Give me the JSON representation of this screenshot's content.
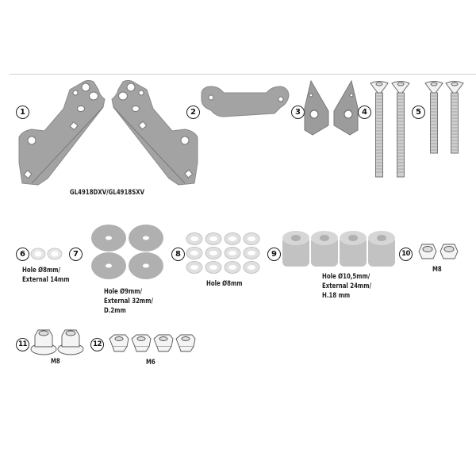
{
  "diagram": {
    "title": "Mounting kit parts",
    "colors": {
      "metal_plate": "#a3a3a3",
      "plate_edge": "#7f7f7f",
      "washer_light": "#e3e3e3",
      "washer_dark": "#b4b4b4",
      "spacer": "#c4c4c4",
      "outline": "#222222",
      "divider": "#cfcfcf"
    },
    "parts": [
      {
        "number": "1",
        "name": "Brackets (right/left)",
        "caption": "GL4918DXV/GL4918SXV",
        "quantity": 2
      },
      {
        "number": "2",
        "name": "Connecting plate",
        "caption": "",
        "quantity": 1
      },
      {
        "number": "3",
        "name": "Small plate",
        "caption": "",
        "quantity": 1
      },
      {
        "number": "4",
        "name": "Small plate",
        "caption": "",
        "quantity": 1
      },
      {
        "number": "5",
        "name": "Countersunk screws",
        "caption": "",
        "quantity": 4
      },
      {
        "number": "6",
        "name": "Washers",
        "caption_lines": [
          "Hole Ø8mm/",
          "External 14mm"
        ],
        "quantity": 2
      },
      {
        "number": "7",
        "name": "Large washers",
        "caption_lines": [
          "Hole Ø9mm/",
          "External 32mm/",
          "D.2mm"
        ],
        "quantity": 4
      },
      {
        "number": "8",
        "name": "Washers",
        "caption_lines": [
          "Hole Ø8mm"
        ],
        "quantity": 12
      },
      {
        "number": "9",
        "name": "Spacers",
        "caption_lines": [
          "Hole Ø10,5mm/",
          "External 24mm/",
          "H.18 mm"
        ],
        "quantity": 4
      },
      {
        "number": "10",
        "name": "Lock nuts",
        "caption_lines": [
          "M8"
        ],
        "quantity": 2
      },
      {
        "number": "11",
        "name": "Flange nuts",
        "caption_lines": [
          "M8"
        ],
        "quantity": 2
      },
      {
        "number": "12",
        "name": "Cage nuts",
        "caption_lines": [
          "M6"
        ],
        "quantity": 4
      }
    ]
  }
}
